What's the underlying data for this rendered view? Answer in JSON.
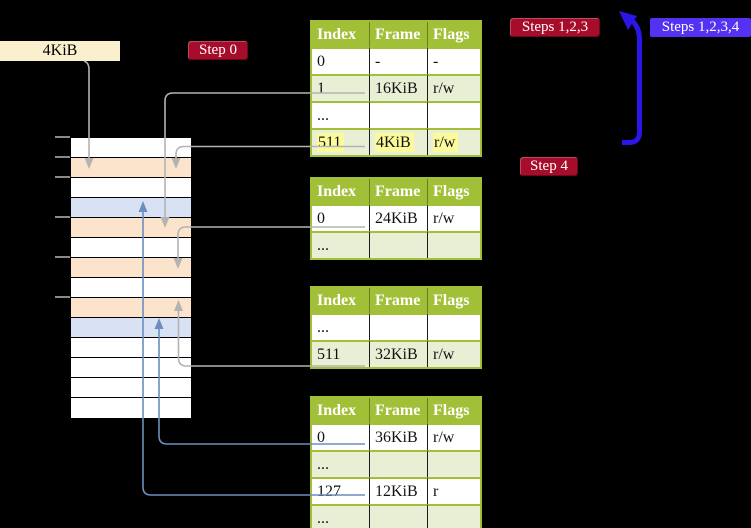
{
  "labels": {
    "page_size": "4KiB",
    "step0": "Step 0",
    "steps123": "Steps 1,2,3",
    "steps1234": "Steps 1,2,3,4",
    "step4": "Step 4"
  },
  "tables": [
    {
      "name": "level-4-table",
      "headers": [
        "Index",
        "Frame",
        "Flags"
      ],
      "rows": [
        {
          "cells": [
            "0",
            "-",
            "-"
          ],
          "shade": false,
          "highlight": false
        },
        {
          "cells": [
            "1",
            "16KiB",
            "r/w"
          ],
          "shade": true,
          "highlight": false
        },
        {
          "cells": [
            "...",
            "",
            ""
          ],
          "shade": false,
          "highlight": false
        },
        {
          "cells": [
            "511",
            "4KiB",
            "r/w"
          ],
          "shade": true,
          "highlight": true
        }
      ]
    },
    {
      "name": "level-3-table",
      "headers": [
        "Index",
        "Frame",
        "Flags"
      ],
      "rows": [
        {
          "cells": [
            "0",
            "24KiB",
            "r/w"
          ],
          "shade": false,
          "highlight": false
        },
        {
          "cells": [
            "...",
            "",
            ""
          ],
          "shade": true,
          "highlight": false
        }
      ]
    },
    {
      "name": "level-2-table",
      "headers": [
        "Index",
        "Frame",
        "Flags"
      ],
      "rows": [
        {
          "cells": [
            "...",
            "",
            ""
          ],
          "shade": false,
          "highlight": false
        },
        {
          "cells": [
            "511",
            "32KiB",
            "r/w"
          ],
          "shade": true,
          "highlight": false
        }
      ]
    },
    {
      "name": "level-1-table",
      "headers": [
        "Index",
        "Frame",
        "Flags"
      ],
      "rows": [
        {
          "cells": [
            "0",
            "36KiB",
            "r/w"
          ],
          "shade": false,
          "highlight": false
        },
        {
          "cells": [
            "...",
            "",
            ""
          ],
          "shade": true,
          "highlight": false
        },
        {
          "cells": [
            "127",
            "12KiB",
            "r"
          ],
          "shade": false,
          "highlight": false
        },
        {
          "cells": [
            "...",
            "",
            ""
          ],
          "shade": true,
          "highlight": false
        }
      ]
    }
  ],
  "memory_strip": {
    "row_colors": [
      "white",
      "peach",
      "white",
      "blue",
      "peach",
      "white",
      "peach",
      "white",
      "peach",
      "blue",
      "white",
      "white",
      "white",
      "white"
    ]
  },
  "colors": {
    "table_header_green": "#A2C037",
    "table_row_green": "#E9EFD4",
    "highlight_yellow": "#FBFB9B",
    "badge_red": "#A60D2B",
    "badge_blue": "#5531F1",
    "big_arrow_blue": "#2B16EA",
    "connector_gray": "#B3B3B3",
    "connector_blue": "#6C8EBF",
    "label_cream": "#FBF0CD",
    "strip_peach": "#FCE4CC",
    "strip_blue": "#D8E2F4"
  }
}
